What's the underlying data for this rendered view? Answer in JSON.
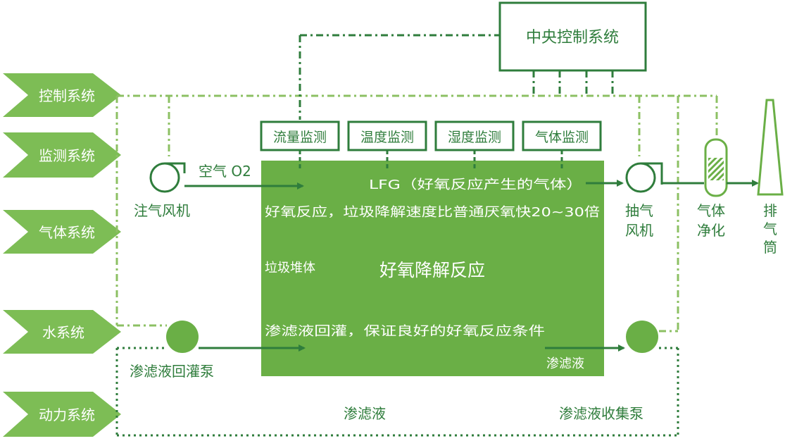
{
  "diagram": {
    "central_control": "中央控制系统",
    "side_tabs": [
      "控制系统",
      "监测系统",
      "气体系统",
      "水系统",
      "动力系统"
    ],
    "monitors": [
      "流量监测",
      "温度监测",
      "湿度监测",
      "气体监测"
    ],
    "reactor": {
      "title": "好氧降解反应",
      "pile": "垃圾堆体",
      "speed_note": "好氧反应，垃圾降解速度比普通厌氧快20~30倍",
      "lfg": "LFG（好氧反应产生的气体）",
      "recirc_note": "渗滤液回灌，保证良好的好氧反应条件",
      "leachate_out": "渗滤液"
    },
    "labels": {
      "air": "空气 O2",
      "injection_fan_line1": "注气风机",
      "extraction_fan_line1": "抽气",
      "extraction_fan_line2": "风机",
      "gas_purify_line1": "气体",
      "gas_purify_line2": "净化",
      "stack_line1": "排",
      "stack_line2": "气",
      "stack_line3": "筒",
      "recirc_pump": "渗滤液回灌泵",
      "bottom_leachate": "渗滤液",
      "collect_pump": "渗滤液收集泵"
    },
    "colors": {
      "dark_green": "#2f7d3c",
      "green": "#6aaf46",
      "light_green": "#7dbd55",
      "dash_green": "#8cc063"
    }
  }
}
